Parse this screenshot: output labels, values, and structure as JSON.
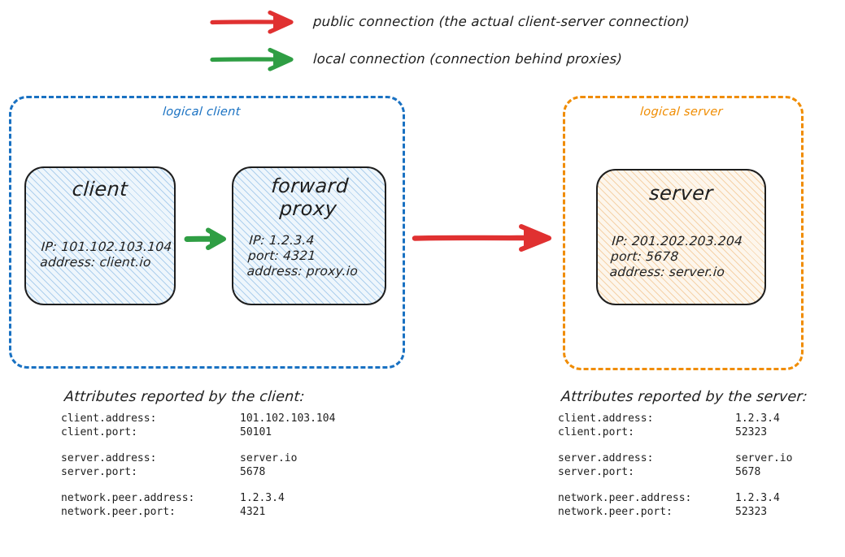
{
  "colors": {
    "public_arrow": "#e03131",
    "local_arrow": "#2f9e44",
    "logical_client_border": "#1971c2",
    "logical_server_border": "#f08c00",
    "node_outline": "#1e1e1e",
    "text": "#1e1e1e"
  },
  "legend": {
    "items": [
      {
        "icon": "red-arrow-icon",
        "color": "#e03131",
        "label": "public connection (the actual client-server connection)"
      },
      {
        "icon": "green-arrow-icon",
        "color": "#2f9e44",
        "label": "local connection (connection behind proxies)"
      }
    ]
  },
  "groups": {
    "client": {
      "label": "logical client"
    },
    "server": {
      "label": "logical server"
    }
  },
  "nodes": {
    "client": {
      "title": "client",
      "lines": [
        "IP: 101.102.103.104",
        "address: client.io"
      ]
    },
    "proxy": {
      "title": "forward\nproxy",
      "lines": [
        "IP: 1.2.3.4",
        "port: 4321",
        "address: proxy.io"
      ]
    },
    "server": {
      "title": "server",
      "lines": [
        "IP: 201.202.203.204",
        "port: 5678",
        "address: server.io"
      ]
    }
  },
  "connectors": {
    "local": {
      "name": "local-connection-arrow",
      "from": "client",
      "to": "proxy",
      "color": "#2f9e44"
    },
    "public": {
      "name": "public-connection-arrow",
      "from": "forward proxy",
      "to": "server",
      "color": "#e03131"
    }
  },
  "attributes": {
    "client": {
      "heading": "Attributes reported by the client:",
      "rows": [
        {
          "key": "client.address:",
          "value": "101.102.103.104"
        },
        {
          "key": "client.port:",
          "value": "50101"
        },
        {
          "spacer": true
        },
        {
          "key": "server.address:",
          "value": "server.io"
        },
        {
          "key": "server.port:",
          "value": "5678"
        },
        {
          "spacer": true
        },
        {
          "key": "network.peer.address:",
          "value": "1.2.3.4"
        },
        {
          "key": "network.peer.port:",
          "value": "4321"
        }
      ]
    },
    "server": {
      "heading": "Attributes reported by the server:",
      "rows": [
        {
          "key": "client.address:",
          "value": "1.2.3.4"
        },
        {
          "key": "client.port:",
          "value": "52323"
        },
        {
          "spacer": true
        },
        {
          "key": "server.address:",
          "value": "server.io"
        },
        {
          "key": "server.port:",
          "value": "5678"
        },
        {
          "spacer": true
        },
        {
          "key": "network.peer.address:",
          "value": "1.2.3.4"
        },
        {
          "key": "network.peer.port:",
          "value": "52323"
        }
      ]
    }
  }
}
